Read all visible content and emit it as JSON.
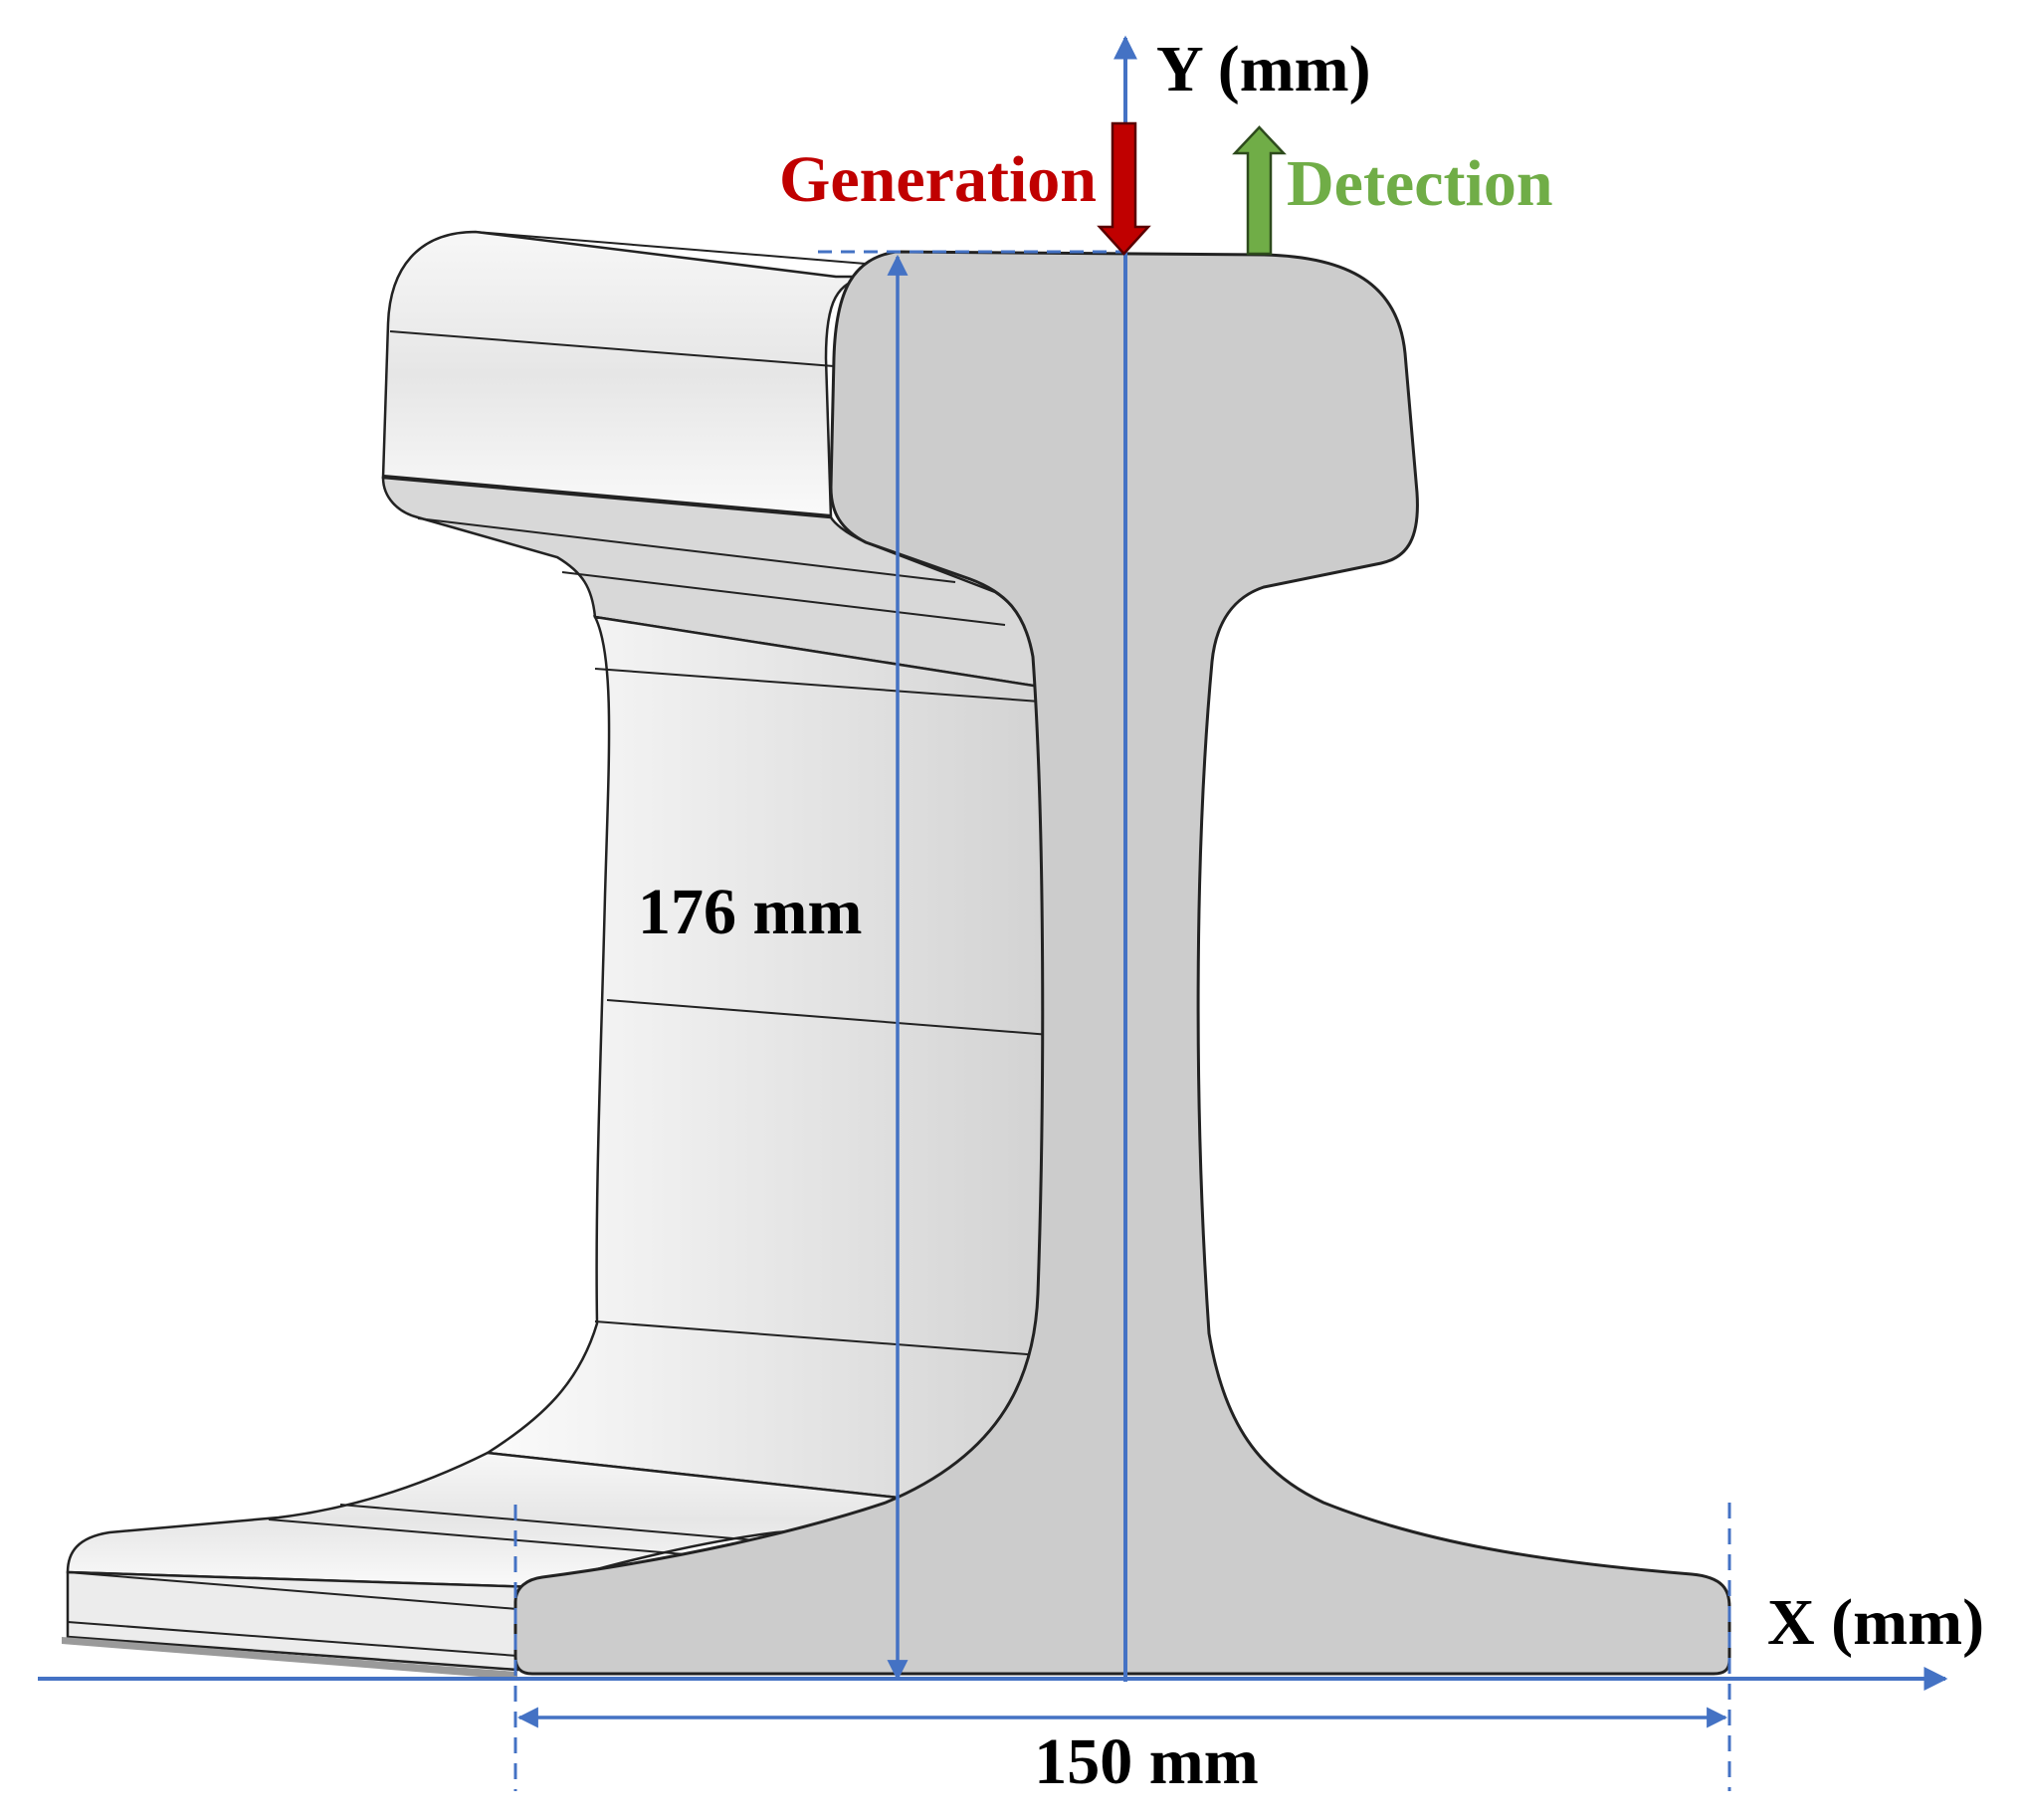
{
  "labels": {
    "y_axis": "Y (mm)",
    "x_axis": "X (mm)",
    "generation": "Generation",
    "detection": "Detection",
    "height_dim": "176 mm",
    "width_dim": "150 mm"
  },
  "colors": {
    "axis_blue": "#4472c4",
    "generation_red": "#c00000",
    "detection_green": "#70ad47",
    "rail_section": "#cccccc",
    "rail_outline": "#222222"
  },
  "icons": {
    "generation_arrow": "arrow-down-icon",
    "detection_arrow": "arrow-up-icon"
  }
}
